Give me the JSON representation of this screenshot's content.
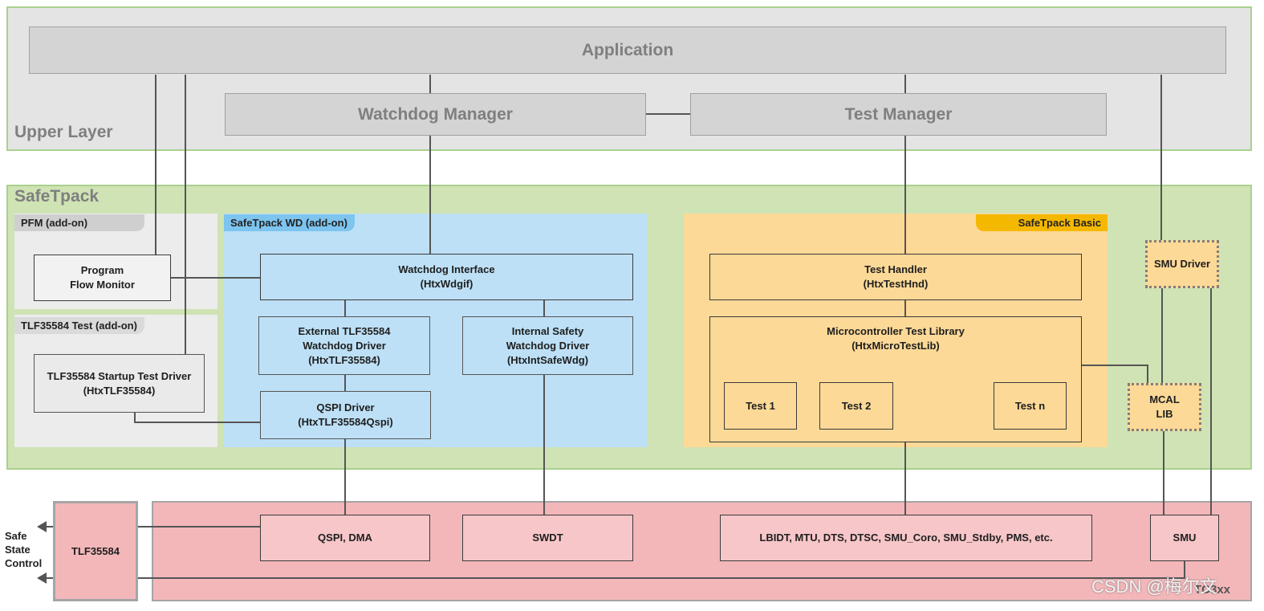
{
  "layers": {
    "upper_layer": "Upper Layer",
    "safetpack": "SafeTpack"
  },
  "upper": {
    "application": "Application",
    "watchdog_manager": "Watchdog Manager",
    "test_manager": "Test Manager"
  },
  "pfm": {
    "tab": "PFM (add-on)",
    "program_flow_monitor": "Program\nFlow Monitor"
  },
  "tlf_test": {
    "tab": "TLF35584 Test (add-on)",
    "startup_test_driver": "TLF35584 Startup Test Driver\n(HtxTLF35584)"
  },
  "wd": {
    "tab": "SafeTpack WD (add-on)",
    "watchdog_interface": "Watchdog Interface\n(HtxWdgif)",
    "external_driver": "External TLF35584\nWatchdog Driver\n(HtxTLF35584)",
    "internal_driver": "Internal Safety\nWatchdog Driver\n(HtxIntSafeWdg)",
    "qspi_driver": "QSPI Driver\n(HtxTLF35584Qspi)"
  },
  "basic": {
    "tab": "SafeTpack Basic",
    "test_handler": "Test Handler\n(HtxTestHnd)",
    "micro_test_lib": "Microcontroller Test Library\n(HtxMicroTestLib)",
    "test1": "Test 1",
    "test2": "Test 2",
    "testn": "Test n"
  },
  "right": {
    "smu_driver": "SMU Driver",
    "mcal_lib": "MCAL\nLIB"
  },
  "hardware": {
    "tlf35584": "TLF35584",
    "qspi_dma": "QSPI, DMA",
    "swdt": "SWDT",
    "lbidt": "LBIDT, MTU, DTS, DTSC, SMU_Coro, SMU_Stdby, PMS, etc.",
    "smu": "SMU",
    "safe_state_control": "Safe\nState\nControl",
    "corner": "TC3xx"
  },
  "watermark": "CSDN @梅尔文",
  "colors": {
    "upper_bg": "#e4e4e4",
    "safetpack_bg": "#cfe3b4",
    "wd_bg": "#bde0f6",
    "basic_bg": "#fdd997",
    "basic_tab": "#f5b800",
    "hardware_bg": "#f3b7ba",
    "hardware_box": "#f7c6c9"
  }
}
